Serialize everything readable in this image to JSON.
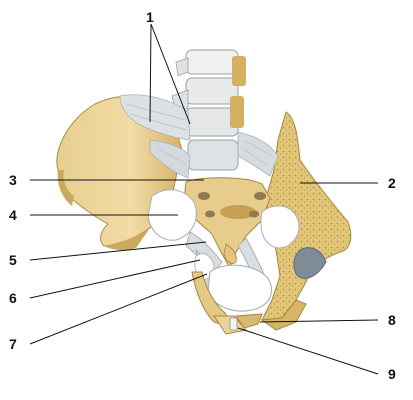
{
  "labels": {
    "l1": "1",
    "l2": "2",
    "l3": "3",
    "l4": "4",
    "l5": "5",
    "l6": "6",
    "l7": "7",
    "l8": "8",
    "l9": "9"
  },
  "colors": {
    "bone": "#e9d49a",
    "bone_shade": "#c9a95c",
    "cancellous": "#d8b665",
    "ligament": "#dfe2e4",
    "ligament_shade": "#b9bec3",
    "cartilage": "#f3f3f0",
    "label": "#111111"
  }
}
